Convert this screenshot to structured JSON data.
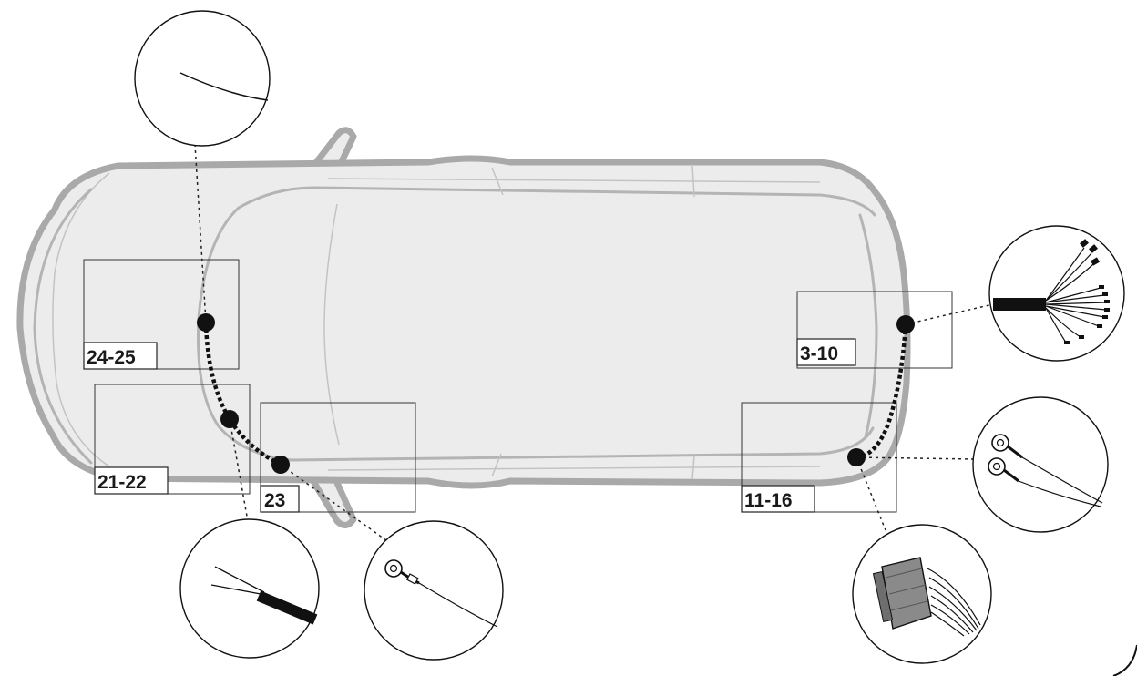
{
  "diagram": {
    "labels": {
      "zone_24_25": "24-25",
      "zone_21_22": "21-22",
      "zone_23": "23",
      "zone_3_10": "3-10",
      "zone_11_16": "11-16"
    },
    "colors": {
      "car_body": "#ececec",
      "car_outline": "#a9a9a9",
      "wire": "#111111",
      "background": "#ffffff"
    },
    "icons": [
      "wire-detail-icon",
      "cable-sleeve-icon",
      "ring-terminal-icon",
      "wire-bundle-icon",
      "connector-plug-icon"
    ]
  }
}
